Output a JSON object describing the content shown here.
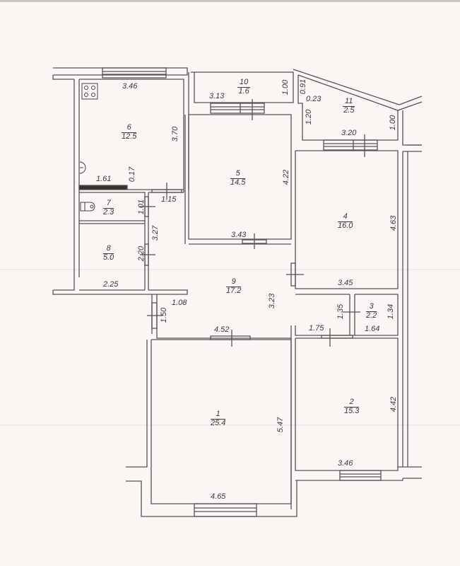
{
  "plan": {
    "colors": {
      "background": "#fbf5f4",
      "wall": "#555555",
      "text": "#3a3a3a"
    },
    "rooms": [
      {
        "id": "1",
        "number": "1",
        "area": "25.4",
        "dims": [
          "4.52",
          "5.47",
          "4.65"
        ]
      },
      {
        "id": "2",
        "number": "2",
        "area": "15.3",
        "dims": [
          "4.42",
          "3.46"
        ]
      },
      {
        "id": "3",
        "number": "3",
        "area": "2.2",
        "dims": [
          "1.35",
          "1.34",
          "1.64"
        ]
      },
      {
        "id": "4",
        "number": "4",
        "area": "16.0",
        "dims": [
          "4.63",
          "3.45"
        ]
      },
      {
        "id": "5",
        "number": "5",
        "area": "14.5",
        "dims": [
          "4.22",
          "3.43"
        ]
      },
      {
        "id": "6",
        "number": "6",
        "area": "12.5",
        "dims": [
          "3.46",
          "3.70",
          "1.61",
          "0.17"
        ]
      },
      {
        "id": "7",
        "number": "7",
        "area": "2.3",
        "dims": [
          "1.01",
          "1.15"
        ]
      },
      {
        "id": "8",
        "number": "8",
        "area": "5.0",
        "dims": [
          "2.20",
          "3.27",
          "2.25"
        ]
      },
      {
        "id": "9",
        "number": "9",
        "area": "17.2",
        "dims": [
          "3.23",
          "1.08",
          "1.50",
          "1.75"
        ]
      },
      {
        "id": "10",
        "number": "10",
        "area": "1.6",
        "dims": [
          "3.13",
          "1.00"
        ]
      },
      {
        "id": "11",
        "number": "11",
        "area": "2.5",
        "dims": [
          "0.91",
          "0.23",
          "1.20",
          "3.20",
          "1.00"
        ]
      }
    ],
    "labels": {
      "d_6_top": "3.46",
      "d_6_right": "3.70",
      "d_6_161": "1.61",
      "d_6_017": "0.17",
      "d_10_313": "3.13",
      "d_10_100": "1.00",
      "d_11_091": "0.91",
      "d_11_023": "0.23",
      "d_11_120": "1.20",
      "d_11_320": "3.20",
      "d_11_100": "1.00",
      "d_5_422": "4.22",
      "d_5_343": "3.43",
      "d_4_463": "4.63",
      "d_4_345": "3.45",
      "d_7_101": "1.01",
      "d_7_115": "1.15",
      "d_8_220": "2.20",
      "d_8_327": "3.27",
      "d_8_225": "2.25",
      "d_9_323": "3.23",
      "d_9_108": "1.08",
      "d_9_150": "1.50",
      "d_9_452": "4.52",
      "d_9_175": "1.75",
      "d_3_135": "1.35",
      "d_3_134": "1.34",
      "d_3_164": "1.64",
      "d_1_547": "5.47",
      "d_1_465": "4.65",
      "d_2_442": "4.42",
      "d_2_346": "3.46"
    },
    "icons": [
      "stove-icon",
      "toilet-icon",
      "sink-icon"
    ]
  }
}
